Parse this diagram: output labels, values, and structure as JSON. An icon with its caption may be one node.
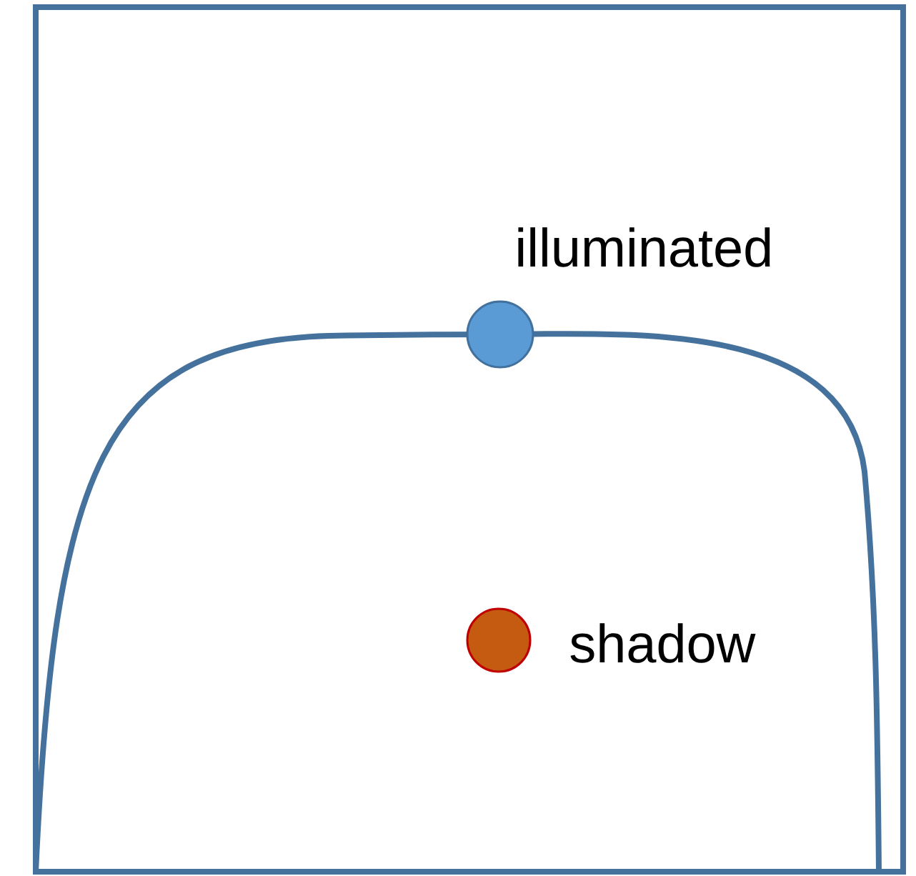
{
  "diagram": {
    "nodes": [
      {
        "text": [],
        "shape": "circle",
        "beside": [
          "illuminated"
        ]
      },
      {
        "text": [],
        "shape": "circle",
        "beside": [
          "shadow"
        ]
      }
    ]
  }
}
